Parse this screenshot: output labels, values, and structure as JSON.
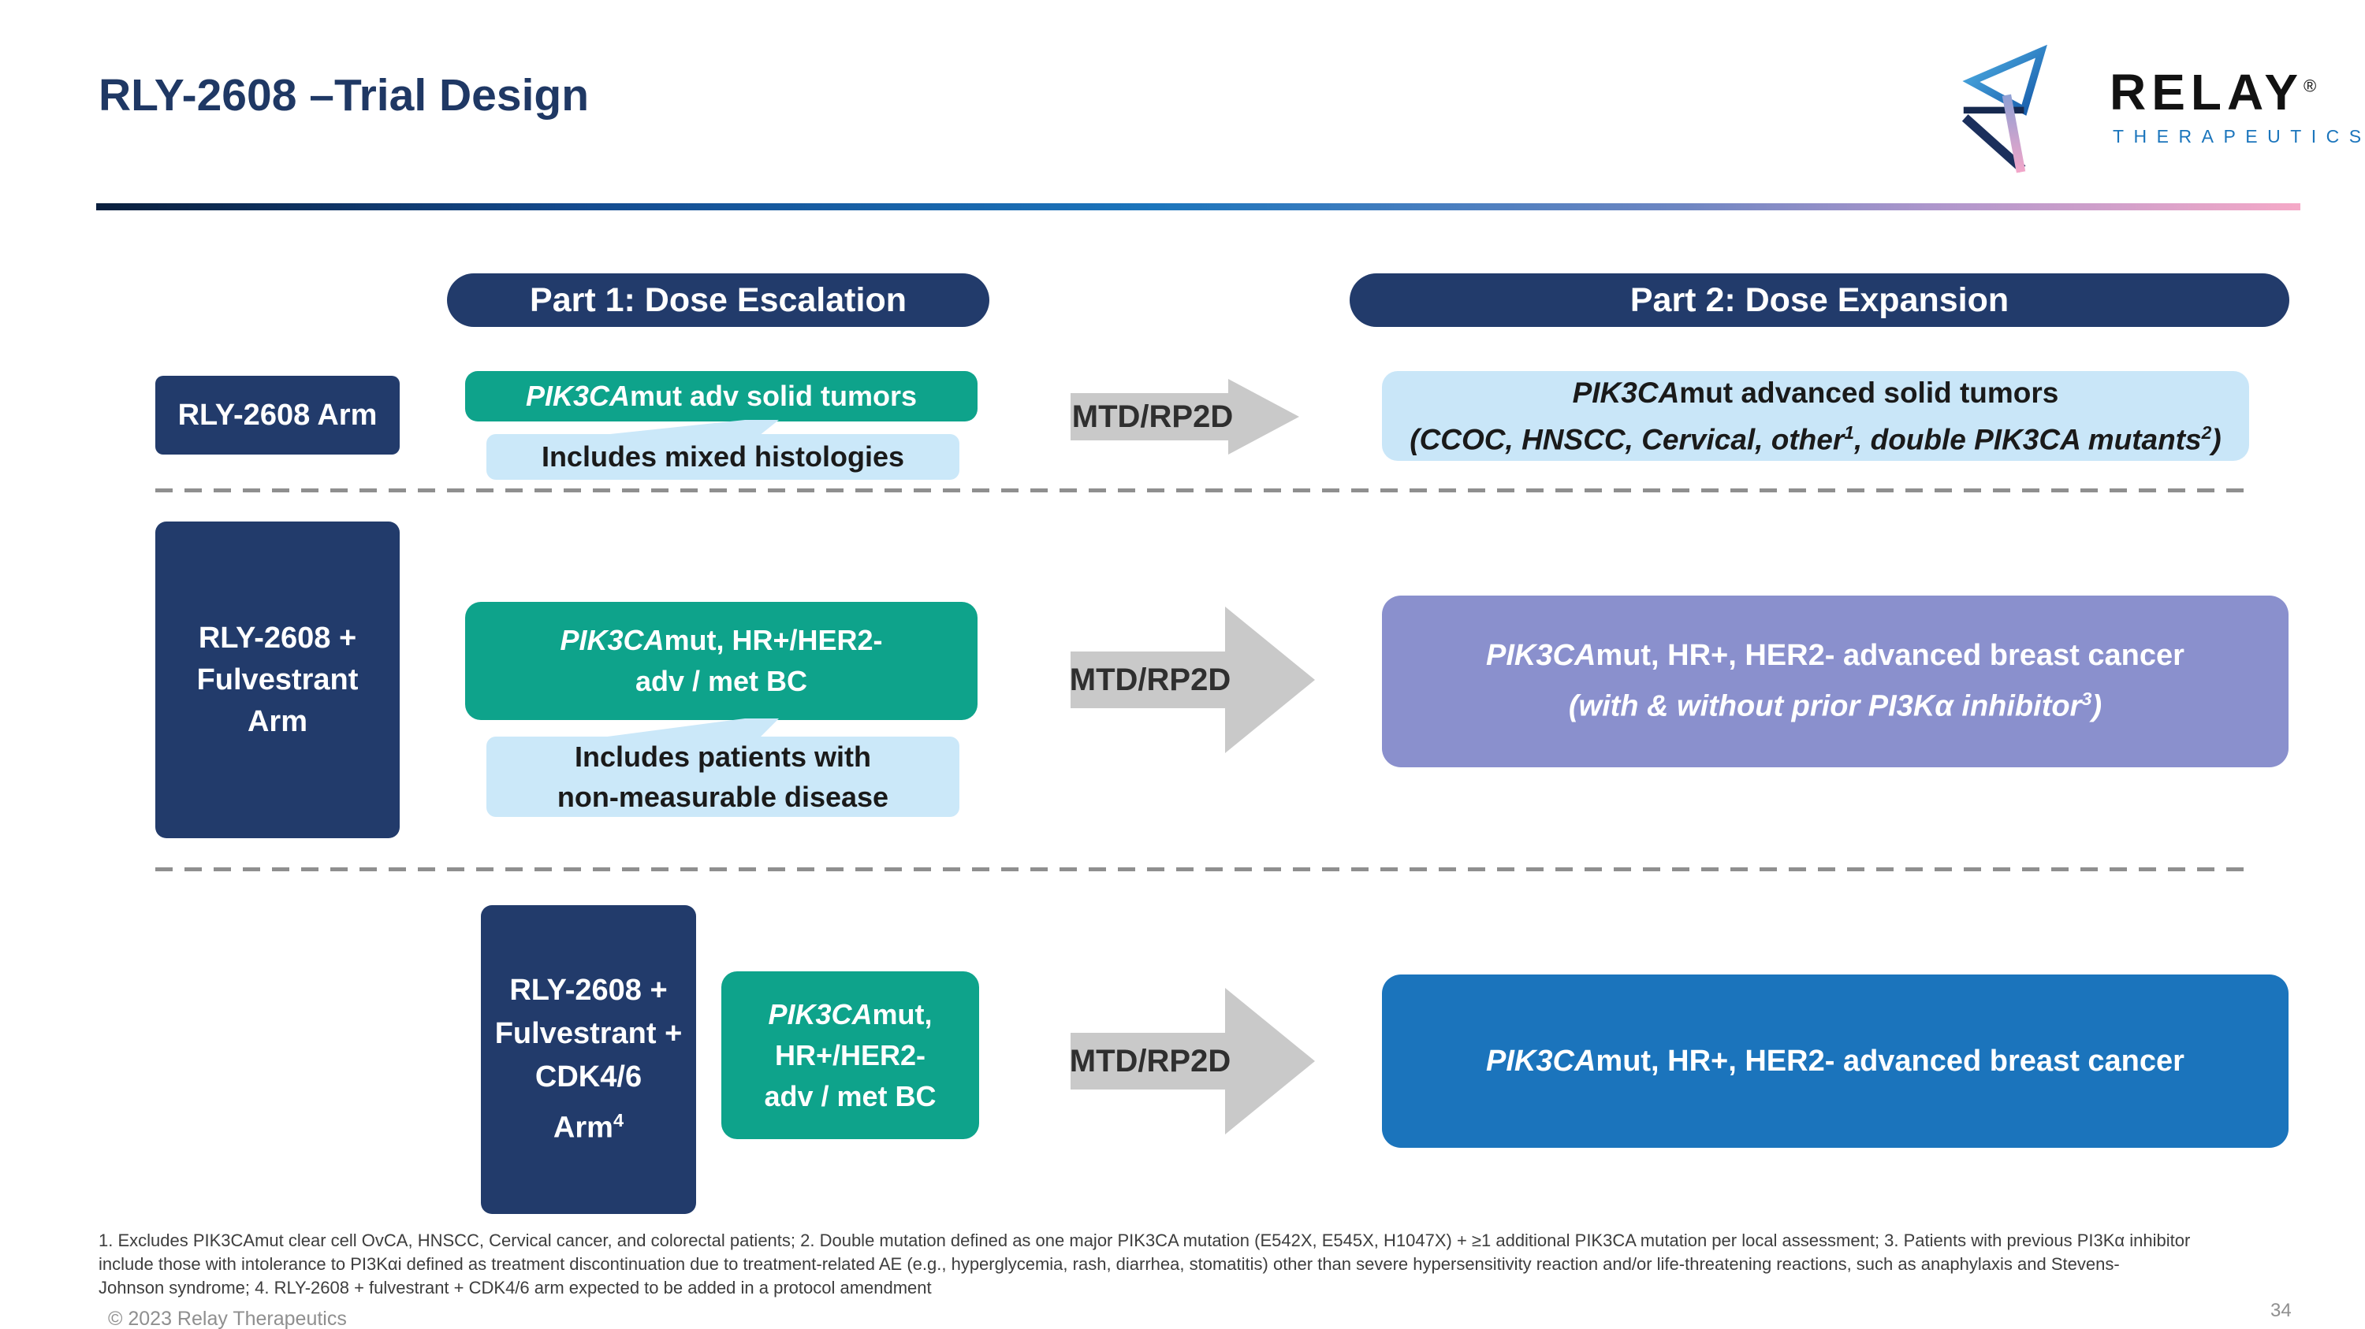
{
  "slide": {
    "title": "RLY-2608 –Trial Design",
    "copyright": "© 2023 Relay Therapeutics",
    "page_number": "34"
  },
  "logo": {
    "brand": "RELAY",
    "registered_mark": "®",
    "sub_brand": "THERAPEUTICS",
    "icon": "relay-abstract-mark"
  },
  "part_headers": {
    "part1": "Part 1: Dose Escalation",
    "part2": "Part 2: Dose Expansion"
  },
  "arrows": {
    "label": "MTD/RP2D"
  },
  "row1": {
    "arm_label": "RLY-2608 Arm",
    "escalation": {
      "gene": "PIK3CA",
      "line1": "mut adv solid tumors"
    },
    "note_line1": "Includes mixed histologies",
    "expansion": {
      "gene": "PIK3CA",
      "line1": "mut advanced solid tumors",
      "line2_seg1": "(CCOC, HNSCC, Cervical, other",
      "line2_sup1": "1",
      "line2_seg2": ", double PIK3CA mutants",
      "line2_sup2": "2",
      "line2_seg3": ")"
    }
  },
  "row2": {
    "arm_line1": "RLY-2608 +",
    "arm_line2": "Fulvestrant",
    "arm_line3": "Arm",
    "escalation": {
      "gene": "PIK3CA",
      "line1": "mut, HR+/HER2-",
      "line2": "adv / met BC"
    },
    "note_line1": "Includes patients with",
    "note_line2": "non-measurable disease",
    "expansion": {
      "gene": "PIK3CA",
      "line1": "mut, HR+, HER2- advanced breast cancer",
      "line2_seg1": "(with & without prior PI3Kα inhibitor",
      "line2_sup": "3",
      "line2_seg2": ")"
    }
  },
  "row3": {
    "arm_line1": "RLY-2608 +",
    "arm_line2": "Fulvestrant +",
    "arm_line3": "CDK4/6",
    "arm_line4": "Arm",
    "arm_line4_sup": "4",
    "escalation": {
      "gene": "PIK3CA",
      "line1": "mut,",
      "line2": "HR+/HER2-",
      "line3": "adv / met BC"
    },
    "expansion": {
      "gene": "PIK3CA",
      "line1": "mut, HR+, HER2- advanced breast cancer"
    }
  },
  "footnotes": {
    "line1": "1. Excludes PIK3CAmut clear cell OvCA, HNSCC, Cervical cancer, and colorectal patients; 2. Double mutation defined as one major PIK3CA mutation (E542X, E545X, H1047X) + ≥1 additional PIK3CA mutation per local assessment; 3. Patients with previous PI3Kα  inhibitor",
    "line2": "include those with intolerance to PI3Kαi defined as treatment discontinuation due to treatment-related AE (e.g., hyperglycemia, rash, diarrhea, stomatitis) other than severe hypersensitivity reaction and/or life-threatening reactions, such as anaphylaxis and Stevens-",
    "line3": "Johnson syndrome;  4. RLY-2608 + fulvestrant + CDK4/6 arm expected to be added in a protocol amendment"
  },
  "colors": {
    "navy": "#223B6B",
    "title_navy": "#1F3864",
    "teal": "#0EA38B",
    "light_blue": "#CBE8F9",
    "purple": "#8A90CD",
    "blue": "#1B74BC",
    "arrow_gray": "#C9C9C9",
    "brand_blue": "#1B75BC",
    "brand_pink": "#F5A9C7"
  }
}
